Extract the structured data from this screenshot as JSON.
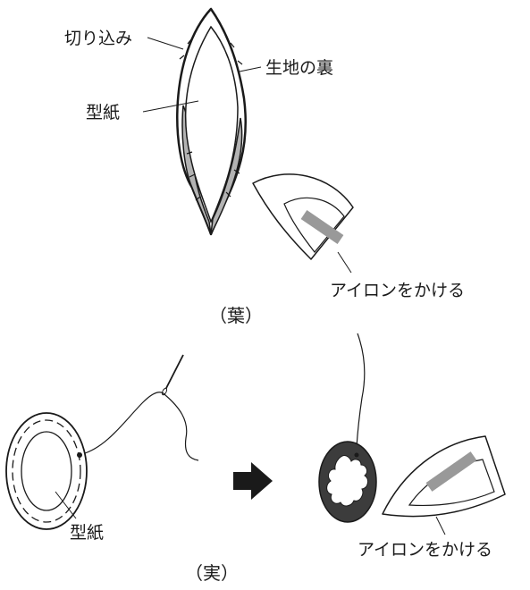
{
  "leaf_section": {
    "caption": "（葉）",
    "label_cut": "切り込み",
    "label_fabric_back": "生地の裏",
    "label_pattern": "型紙",
    "label_iron": "アイロンをかける"
  },
  "fruit_section": {
    "caption": "（実）",
    "label_pattern": "型紙",
    "label_iron": "アイロンをかける"
  },
  "colors": {
    "line": "#1a1a1a",
    "fabric_gray": "#b3b3b3",
    "dark_fabric": "#3c3c3c",
    "iron_plate": "#999999"
  }
}
